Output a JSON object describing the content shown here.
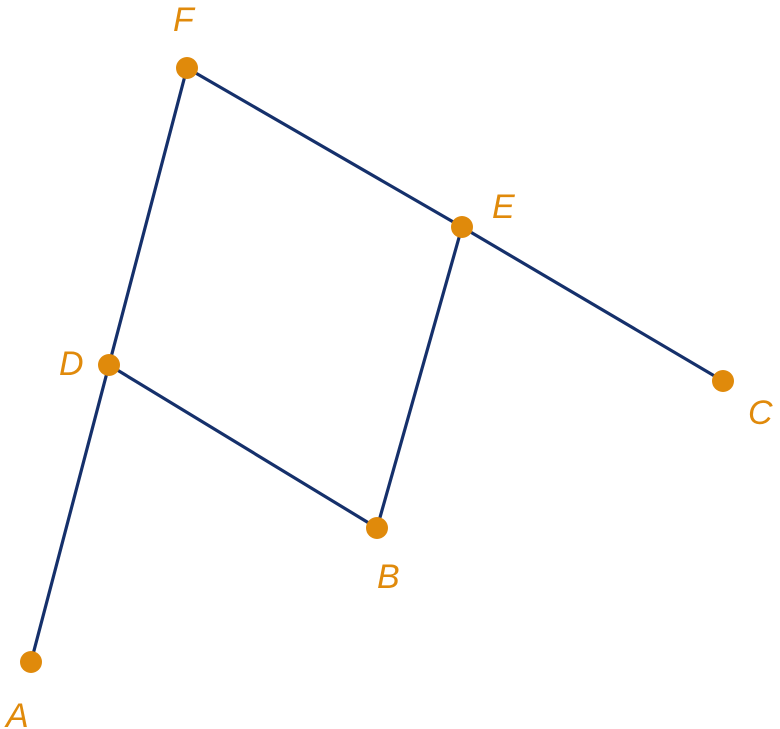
{
  "colors": {
    "point": "#e08a0b",
    "segment": "#15306b",
    "background": "#ffffff"
  },
  "points": {
    "A": {
      "label": "A"
    },
    "B": {
      "label": "B"
    },
    "C": {
      "label": "C"
    },
    "D": {
      "label": "D"
    },
    "E": {
      "label": "E"
    },
    "F": {
      "label": "F"
    }
  },
  "segments": [
    {
      "from": "A",
      "to": "D"
    },
    {
      "from": "D",
      "to": "F"
    },
    {
      "from": "F",
      "to": "E"
    },
    {
      "from": "E",
      "to": "C"
    },
    {
      "from": "D",
      "to": "B"
    },
    {
      "from": "E",
      "to": "B"
    }
  ]
}
